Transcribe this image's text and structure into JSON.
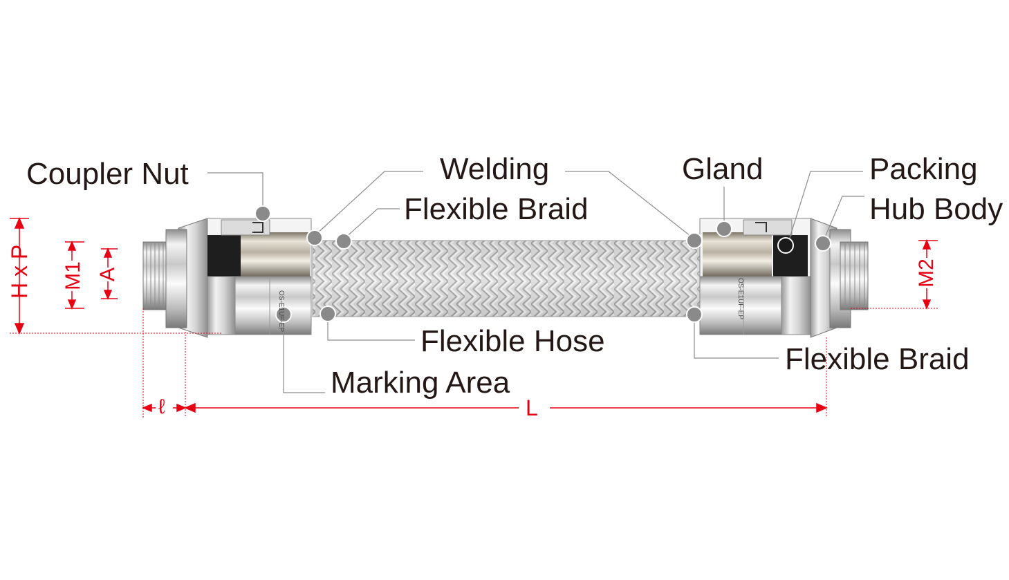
{
  "labels": {
    "coupler_nut": "Coupler Nut",
    "welding": "Welding",
    "flexible_braid_top": "Flexible Braid",
    "gland": "Gland",
    "packing": "Packing",
    "hub_body": "Hub Body",
    "flexible_hose": "Flexible Hose",
    "marking_area": "Marking Area",
    "flexible_braid_bottom": "Flexible Braid"
  },
  "dimensions": {
    "hxp": "H x P",
    "m1": "M1",
    "a": "A",
    "m2": "M2",
    "ell": "ℓ",
    "l": "L"
  },
  "marking_text": "OS-E1UF-EP",
  "colors": {
    "dimension": "#e60012",
    "label_text": "#231815",
    "leader": "#8c8c8c",
    "dot": "#8a8a8a",
    "packing": "#1a1a1a"
  }
}
